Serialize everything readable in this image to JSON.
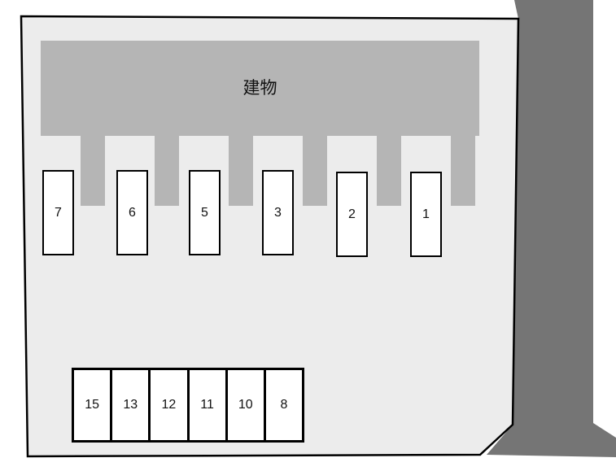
{
  "colors": {
    "lot_fill": "#ececec",
    "lot_border": "#000000",
    "building_fill": "#b5b5b5",
    "road_fill": "#757575",
    "space_fill": "#ffffff"
  },
  "building": {
    "label": "建物"
  },
  "top_row_spaces": [
    {
      "number": "7"
    },
    {
      "number": "6"
    },
    {
      "number": "5"
    },
    {
      "number": "3"
    },
    {
      "number": "2"
    },
    {
      "number": "1"
    }
  ],
  "bottom_row_spaces": [
    {
      "number": "15"
    },
    {
      "number": "13"
    },
    {
      "number": "12"
    },
    {
      "number": "11"
    },
    {
      "number": "10"
    },
    {
      "number": "8"
    }
  ]
}
